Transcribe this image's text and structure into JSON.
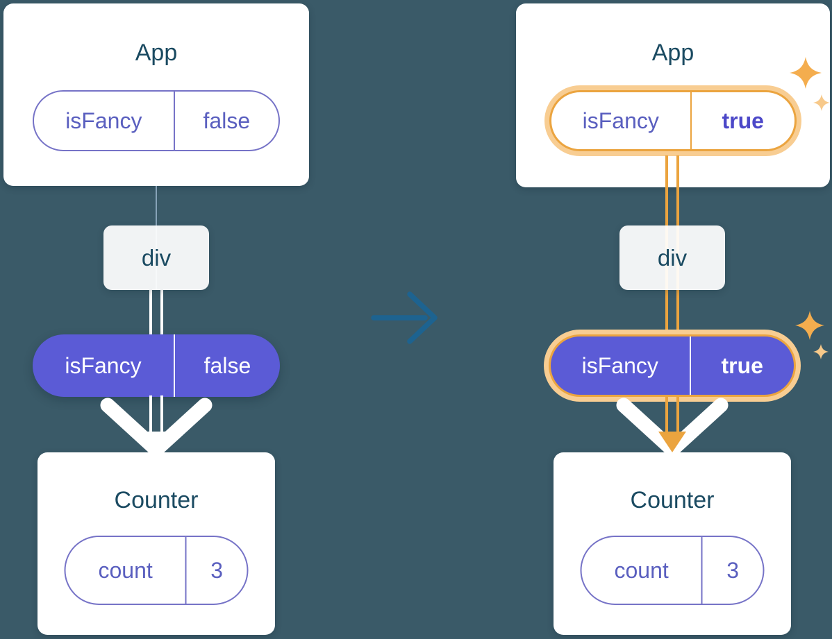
{
  "theme": {
    "bg": "#3a5a68",
    "title": "#1a4a61",
    "indigo": "#5a5fbf",
    "indigo_border": "#7673c7",
    "indigo_strong": "#4c48c8",
    "purple": "#5b5bd6",
    "orange": "#eba43f",
    "orange_glow": "#f8cd92",
    "line_blue": "#87a3b8",
    "arrow_blue": "#1d6390",
    "sparkle": "#f4ad4e",
    "sparkle_light": "#f7c98a"
  },
  "diagram": {
    "before": {
      "app": {
        "title": "App",
        "state": {
          "name": "isFancy",
          "value": "false"
        }
      },
      "div_node": {
        "label": "div"
      },
      "prop": {
        "name": "isFancy",
        "value": "false"
      },
      "counter": {
        "title": "Counter",
        "state": {
          "name": "count",
          "value": "3"
        }
      }
    },
    "after": {
      "app": {
        "title": "App",
        "state": {
          "name": "isFancy",
          "value": "true"
        }
      },
      "div_node": {
        "label": "div"
      },
      "prop": {
        "name": "isFancy",
        "value": "true"
      },
      "counter": {
        "title": "Counter",
        "state": {
          "name": "count",
          "value": "3"
        }
      }
    }
  }
}
